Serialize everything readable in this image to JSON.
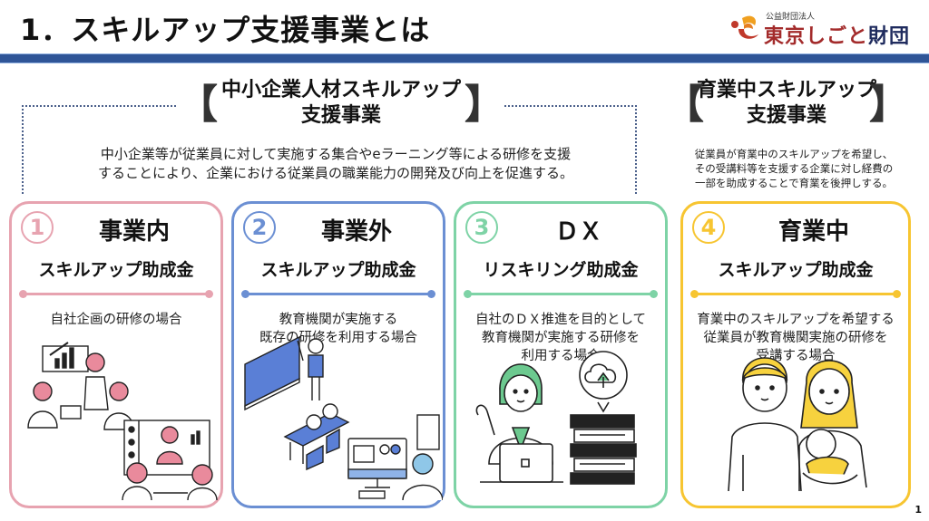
{
  "header": {
    "title": "1．スキルアップ支援事業とは",
    "logo": {
      "subtitle": "公益財団法人",
      "name_red": "東京しごと",
      "name_dark": "財団",
      "icon": "foundation-logo-icon"
    },
    "band_color": "#2f5597"
  },
  "sections": [
    {
      "bracket_open": "【",
      "bracket_close": "】",
      "title_line1": "中小企業人材スキルアップ",
      "title_line2": "支援事業",
      "description": [
        "中小企業等が従業員に対して実施する集合やeラーニング等による研修を支援",
        "することにより、企業における従業員の職業能力の開発及び向上を促進する。"
      ]
    },
    {
      "bracket_open": "【",
      "bracket_close": "】",
      "title_line1": "育業中スキルアップ",
      "title_line2": "支援事業",
      "description": [
        "従業員が育業中のスキルアップを希望し、",
        "その受講料等を支援する企業に対し経費の",
        "一部を助成することで育業を後押しする。"
      ]
    }
  ],
  "cards": [
    {
      "number": "1",
      "title": "事業内",
      "subtitle": "スキルアップ助成金",
      "description": [
        "自社企画の研修の場合"
      ],
      "color": "#e7a3b0",
      "illustration": "in-house-training-illustration"
    },
    {
      "number": "2",
      "title": "事業外",
      "subtitle": "スキルアップ助成金",
      "description": [
        "教育機関が実施する",
        "既存の研修を利用する場合"
      ],
      "color": "#6b8fd3",
      "illustration": "external-training-illustration"
    },
    {
      "number": "3",
      "title": "ＤＸ",
      "subtitle": "リスキリング助成金",
      "description": [
        "自社のＤＸ推進を目的として",
        "教育機関が実施する研修を",
        "利用する場合"
      ],
      "color": "#7ed3a6",
      "illustration": "dx-reskilling-illustration"
    },
    {
      "number": "4",
      "title": "育業中",
      "subtitle": "スキルアップ助成金",
      "description": [
        "育業中のスキルアップを希望する",
        "従業員が教育機関実施の研修を",
        "受講する場合"
      ],
      "color": "#f7c531",
      "illustration": "family-parental-leave-illustration"
    }
  ],
  "page_number": "1"
}
